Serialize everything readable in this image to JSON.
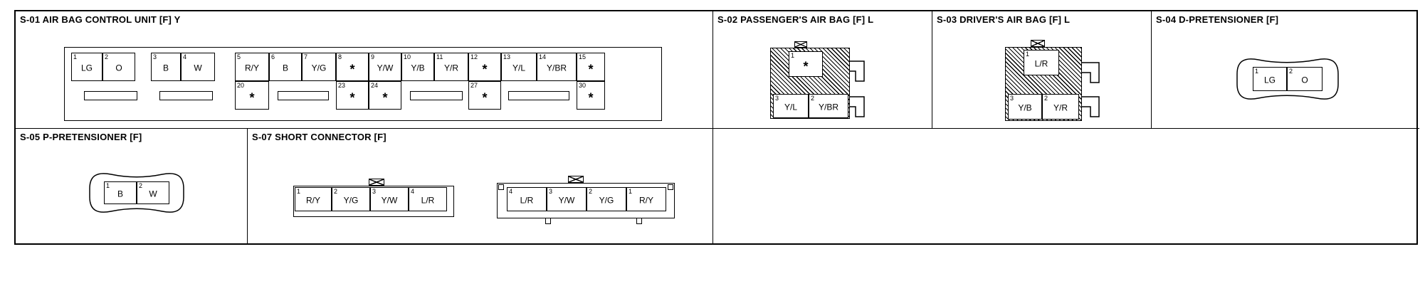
{
  "cells": {
    "s01": {
      "title": "S-01 AIR BAG CONTROL UNIT [F] Y",
      "top_row": [
        {
          "num": "1",
          "label": "LG"
        },
        {
          "num": "2",
          "label": "O"
        },
        {
          "num": "3",
          "label": "B"
        },
        {
          "num": "4",
          "label": "W"
        },
        {
          "num": "5",
          "label": "R/Y"
        },
        {
          "num": "6",
          "label": "B"
        },
        {
          "num": "7",
          "label": "Y/G"
        },
        {
          "num": "8",
          "label": "*"
        },
        {
          "num": "9",
          "label": "Y/W"
        },
        {
          "num": "10",
          "label": "Y/B"
        },
        {
          "num": "11",
          "label": "Y/R"
        },
        {
          "num": "12",
          "label": "*"
        },
        {
          "num": "13",
          "label": "Y/L"
        },
        {
          "num": "14",
          "label": "Y/BR"
        },
        {
          "num": "15",
          "label": "*"
        }
      ],
      "bottom_row": [
        {
          "num": "20",
          "label": "*"
        },
        {
          "num": "23",
          "label": "*"
        },
        {
          "num": "24",
          "label": "*"
        },
        {
          "num": "27",
          "label": "*"
        },
        {
          "num": "30",
          "label": "*"
        }
      ]
    },
    "s02": {
      "title": "S-02 PASSENGER'S AIR BAG [F] L",
      "pins": [
        {
          "num": "1",
          "label": "*"
        },
        {
          "num": "3",
          "label": "Y/L"
        },
        {
          "num": "2",
          "label": "Y/BR"
        }
      ]
    },
    "s03": {
      "title": "S-03 DRIVER'S AIR BAG [F] L",
      "pins": [
        {
          "num": "1",
          "label": "L/R"
        },
        {
          "num": "3",
          "label": "Y/B"
        },
        {
          "num": "2",
          "label": "Y/R"
        }
      ]
    },
    "s04": {
      "title": "S-04 D-PRETENSIONER [F]",
      "pins": [
        {
          "num": "1",
          "label": "LG"
        },
        {
          "num": "2",
          "label": "O"
        }
      ]
    },
    "s05": {
      "title": "S-05 P-PRETENSIONER [F]",
      "pins": [
        {
          "num": "1",
          "label": "B"
        },
        {
          "num": "2",
          "label": "W"
        }
      ]
    },
    "s07": {
      "title": "S-07 SHORT CONNECTOR [F]",
      "left": [
        {
          "num": "1",
          "label": "R/Y"
        },
        {
          "num": "2",
          "label": "Y/G"
        },
        {
          "num": "3",
          "label": "Y/W"
        },
        {
          "num": "4",
          "label": "L/R"
        }
      ],
      "right": [
        {
          "num": "4",
          "label": "L/R"
        },
        {
          "num": "3",
          "label": "Y/W"
        },
        {
          "num": "2",
          "label": "Y/G"
        },
        {
          "num": "1",
          "label": "R/Y"
        }
      ]
    }
  }
}
